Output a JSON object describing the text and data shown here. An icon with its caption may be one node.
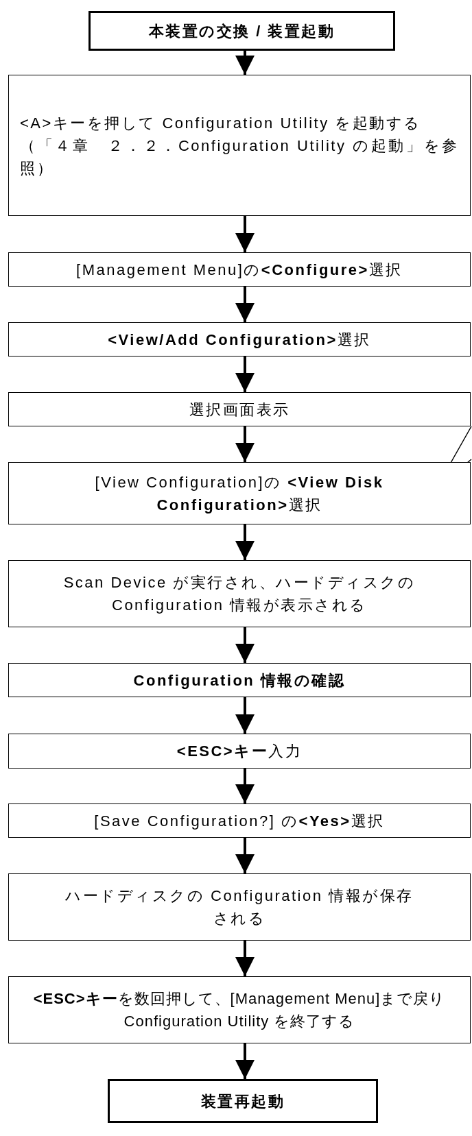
{
  "diagram": {
    "nodes": [
      {
        "text": [
          "本装置の交換 / 装置起動"
        ]
      },
      {
        "text": [
          "<A>キーを押して Configuration Utility を起動する",
          "（「４章　２．２．Configuration Utility の起動」を参照）"
        ]
      },
      {
        "text": [
          "[Management Menu]の**<Configure>**選択"
        ]
      },
      {
        "text": [
          "**<View/Add Configuration>**選択"
        ]
      },
      {
        "text": [
          "選択画面表示"
        ]
      },
      {
        "text": [
          "[View Configuration]の **<View Disk Configuration>**選択"
        ]
      },
      {
        "text": [
          "Scan Device が実行され、ハードディスクの Configuration 情報が表示される"
        ]
      },
      {
        "text": [
          "Configuration 情報の確認"
        ]
      },
      {
        "text": [
          "**<ESC>キー**入力"
        ]
      },
      {
        "text": [
          "[Save Configuration?] の**<Yes>**選択"
        ]
      },
      {
        "text": [
          "ハードディスクの Configuration 情報が保存される"
        ]
      },
      {
        "text": [
          "**<ESC>キー**を数回押して、[Management Menu]まで戻り Configuration Utility を終了する"
        ]
      },
      {
        "text": [
          "装置再起動"
        ]
      }
    ],
    "edges": [
      {
        "from": 0,
        "to": 1,
        "arrow": "to"
      },
      {
        "from": 1,
        "to": 2,
        "arrow": "to"
      },
      {
        "from": 2,
        "to": 3,
        "arrow": "to"
      },
      {
        "from": 3,
        "to": 4,
        "arrow": "to"
      },
      {
        "from": 4,
        "to": 5,
        "arrow": "to"
      },
      {
        "from": 5,
        "to": 6,
        "arrow": "to"
      },
      {
        "from": 6,
        "to": 7,
        "arrow": "to"
      },
      {
        "from": 7,
        "to": 8,
        "arrow": "to"
      },
      {
        "from": 8,
        "to": 9,
        "arrow": "to"
      },
      {
        "from": 9,
        "to": 10,
        "arrow": "to"
      },
      {
        "from": 10,
        "to": 11,
        "arrow": "to"
      },
      {
        "from": 11,
        "to": 12,
        "arrow": "to"
      }
    ]
  }
}
